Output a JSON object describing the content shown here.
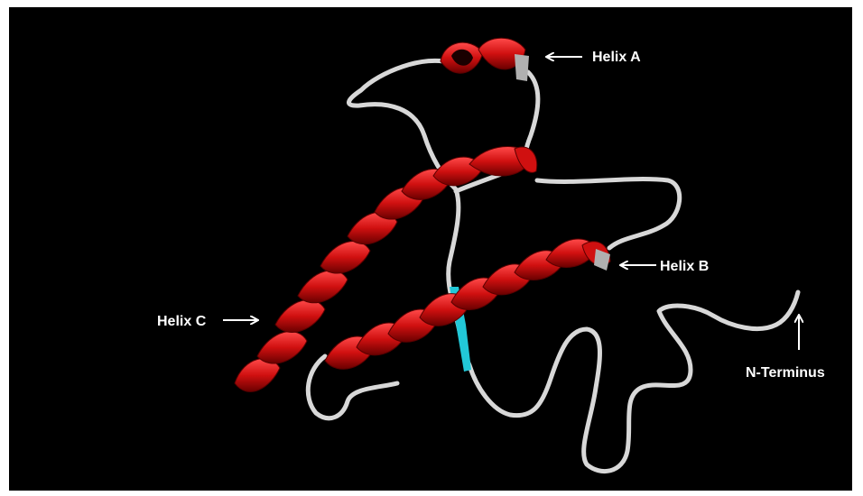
{
  "labels": {
    "helix_a": "Helix A",
    "helix_b": "Helix B",
    "helix_c": "Helix C",
    "n_terminus": "N-Terminus"
  },
  "colors": {
    "background": "#000000",
    "helix": "#d01010",
    "helix_dark": "#7a0000",
    "coil": "#d8d8d8",
    "strand": "#22c8d8",
    "label": "#ffffff"
  }
}
